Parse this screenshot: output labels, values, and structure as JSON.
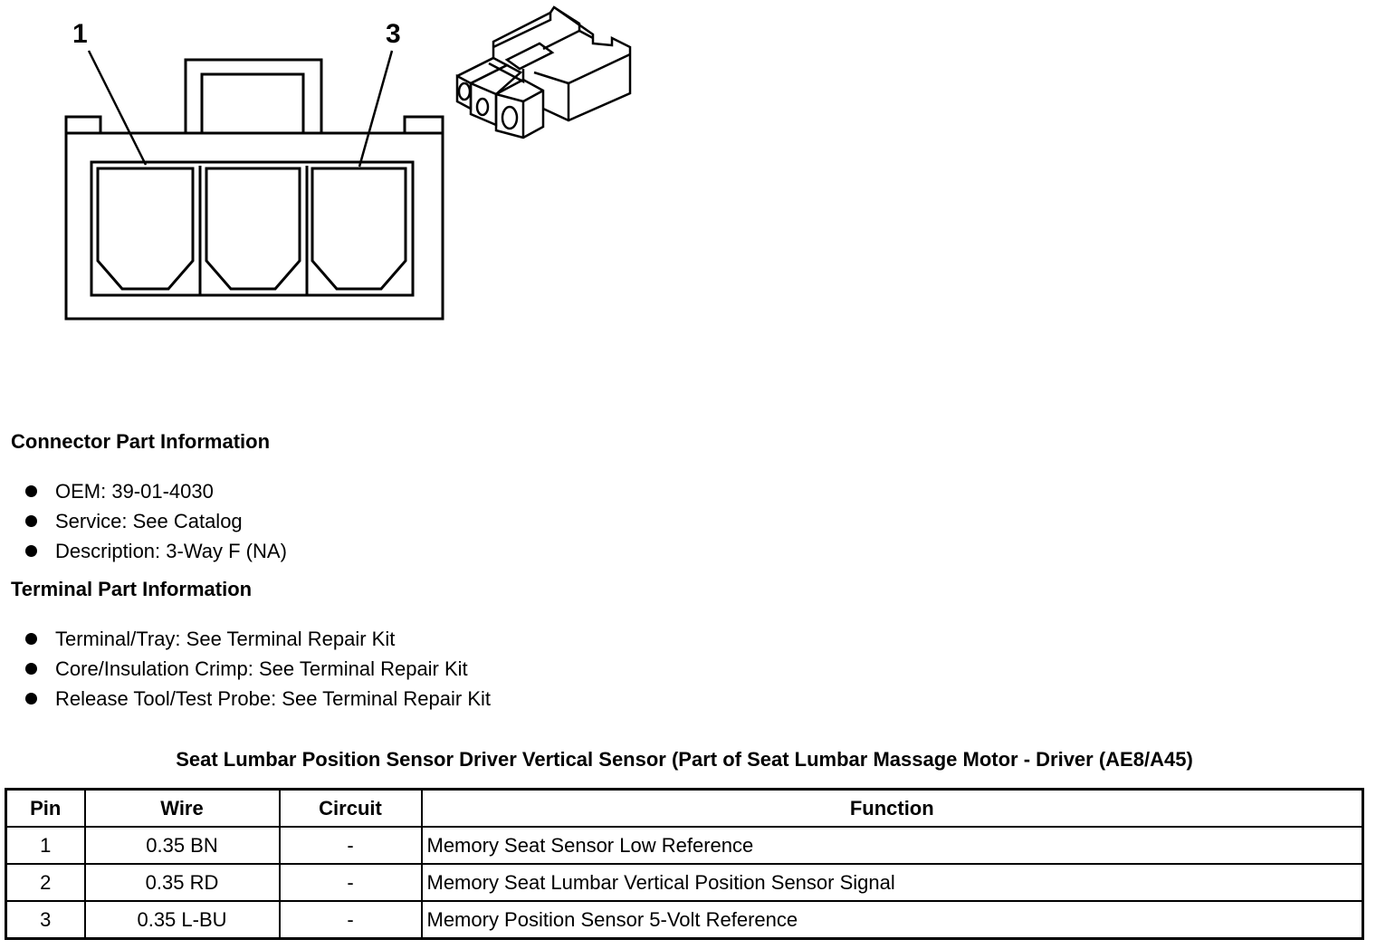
{
  "diagram": {
    "callouts": [
      "1",
      "3"
    ]
  },
  "connector_info": {
    "heading": "Connector Part Information",
    "items": [
      "OEM: 39-01-4030",
      "Service: See Catalog",
      "Description: 3-Way F (NA)"
    ]
  },
  "terminal_info": {
    "heading": "Terminal Part Information",
    "items": [
      "Terminal/Tray: See Terminal Repair Kit",
      "Core/Insulation Crimp: See Terminal Repair Kit",
      "Release Tool/Test Probe: See Terminal Repair Kit"
    ]
  },
  "pin_table": {
    "title": "Seat Lumbar Position Sensor Driver Vertical Sensor (Part of Seat Lumbar Massage Motor - Driver (AE8/A45)",
    "headers": {
      "pin": "Pin",
      "wire": "Wire",
      "circuit": "Circuit",
      "function": "Function"
    },
    "rows": [
      {
        "pin": "1",
        "wire": "0.35 BN",
        "circuit": "-",
        "function": "Memory Seat Sensor Low Reference"
      },
      {
        "pin": "2",
        "wire": "0.35 RD",
        "circuit": "-",
        "function": "Memory Seat Lumbar Vertical Position Sensor Signal"
      },
      {
        "pin": "3",
        "wire": "0.35 L-BU",
        "circuit": "-",
        "function": "Memory Position Sensor 5-Volt Reference"
      }
    ]
  }
}
